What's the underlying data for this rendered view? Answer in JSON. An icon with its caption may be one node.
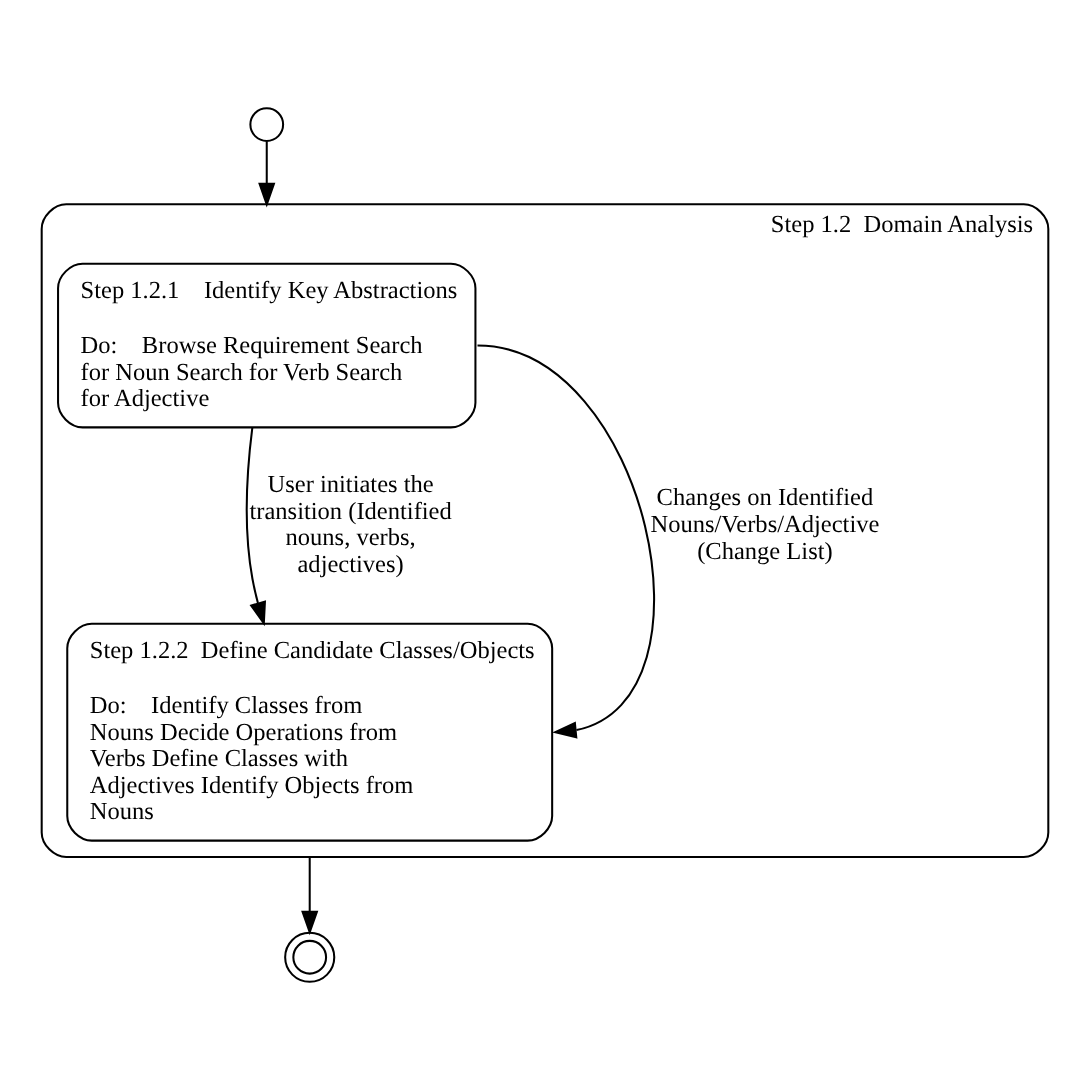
{
  "diagram": {
    "nodes": [
      {
        "text": [],
        "shape": "circle"
      },
      {
        "text": [
          "Step 1.2  Domain Analysis"
        ]
      },
      {
        "text": [
          "Step 1.2.1    Identify Key Abstractions",
          "Do:    Browse Requirement Search for Noun Search for Verb Search for Adjective"
        ],
        "in": 1
      },
      {
        "text": [
          "Step 1.2.2  Define Candidate Classes/Objects",
          "Do:    Identify Classes from Nouns Decide Operations from Verbs Define Classes with Adjectives Identify Objects from Nouns"
        ],
        "in": 1
      },
      {
        "text": [],
        "shape": "circle"
      }
    ],
    "edges": [
      {
        "from": 0,
        "to": 1,
        "arrow": "to"
      },
      {
        "from": 2,
        "to": 3,
        "arrow": "to",
        "label": "User initiates the transition (Identified nouns, verbs, adjectives)"
      },
      {
        "from": 2,
        "to": 3,
        "arrow": "to",
        "label": "Changes on Identified Nouns/Verbs/Adjective (Change List)"
      },
      {
        "from": 1,
        "to": 4,
        "arrow": "to"
      }
    ]
  }
}
